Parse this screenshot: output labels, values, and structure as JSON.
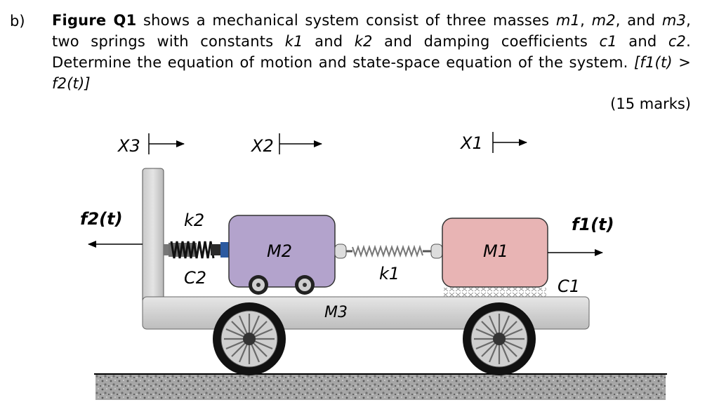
{
  "question": {
    "label": "b)",
    "figure_ref": "Figure Q1",
    "t1": " shows a mechanical system consist of three masses ",
    "m1": "m1",
    "sep1": ", ",
    "m2": "m2",
    "sep2": ", and ",
    "m3": "m3",
    "t2": ", two springs with constants ",
    "k1": "k1",
    "t3": " and ",
    "k2": "k2",
    "t4": " and damping coefficients ",
    "c1": "c1",
    "t5": " and ",
    "c2": "c2",
    "t6": ".  Determine the equation of motion and state-space equation of the system. ",
    "condition": "[f1(t) > f2(t)]",
    "marks": "(15 marks)"
  },
  "figure": {
    "x3": "X3",
    "x2": "X2",
    "x1": "X1",
    "f2": "f2(t)",
    "f1": "f1(t)",
    "k2": "k2",
    "c2": "C2",
    "k1": "k1",
    "c1": "C1",
    "mass2": "M2",
    "mass1": "M1",
    "mass3": "M3",
    "colors": {
      "mass1_fill": "#e8b4b4",
      "mass2_fill": "#b3a3cc",
      "cart_fill": "#d4d4d4",
      "ground_fill": "#9a9a9a"
    }
  }
}
